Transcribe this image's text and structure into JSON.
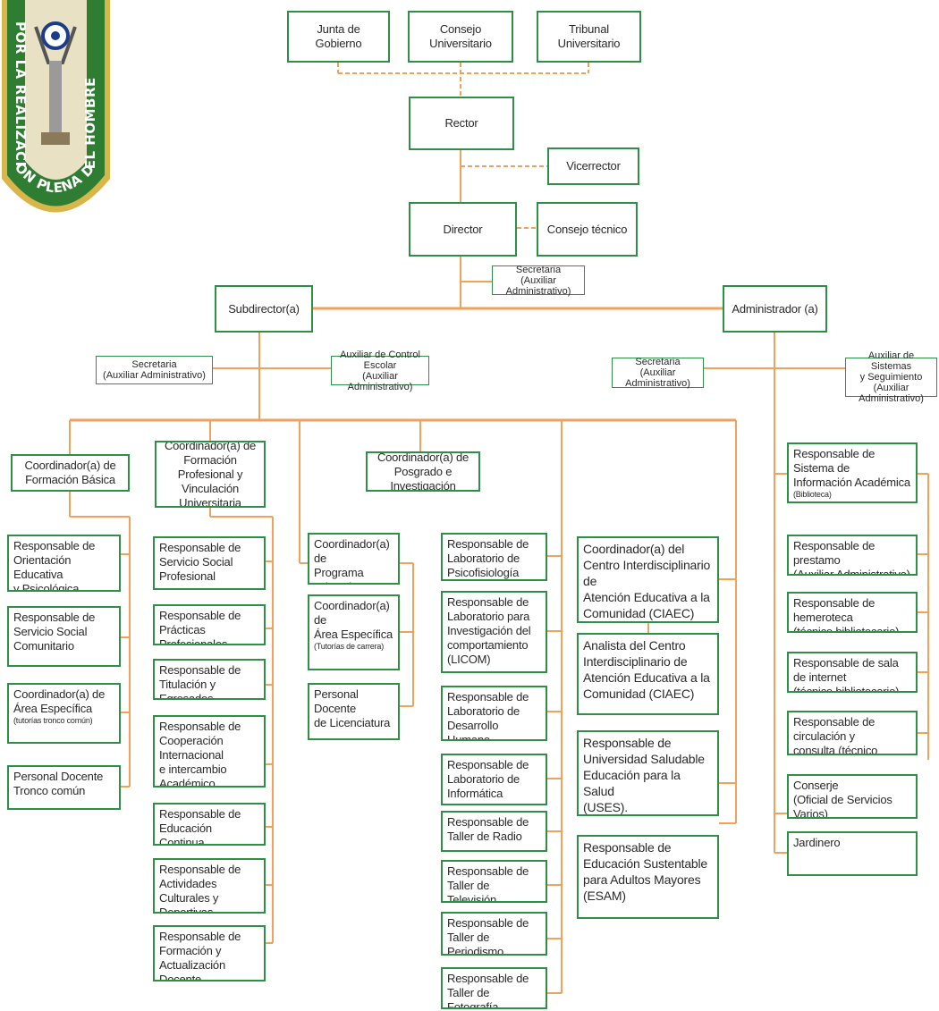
{
  "logo": {
    "motto": "POR LA REALIZACION PLENA DEL HOMBRE",
    "colors": {
      "green": "#2e7d32",
      "gold": "#d8b64a"
    }
  },
  "colors": {
    "box_border": "#2f8f46",
    "connector": "#f0a25c"
  },
  "top": {
    "junta": "Junta de Gobierno",
    "consejo_universitario": "Consejo Universitario",
    "tribunal": "Tribunal Universitario",
    "rector": "Rector",
    "vicerrector": "Vicerrector",
    "director": "Director",
    "consejo_tecnico": "Consejo técnico",
    "secretaria_director": "Secretaria\n(Auxiliar Administrativo)"
  },
  "subdireccion": {
    "title": "Subdirector(a)",
    "secretaria": "Secretaria\n(Auxiliar Administrativo)",
    "control_escolar": "Auxiliar de Control Escolar\n(Auxiliar Administrativo)"
  },
  "administracion": {
    "title": "Administrador (a)",
    "secretaria": "Secretaria\n(Auxiliar Administrativo)",
    "sistemas": "Auxiliar de Sistemas\ny Seguimiento\n(Auxiliar Administrativo)"
  },
  "coordinaciones": {
    "basica": "Coordinador(a) de\nFormación Básica",
    "profesional": "Coordinador(a) de\nFormación Profesional y\nVinculación Universitaria",
    "posgrado": "Coordinador(a) de\nPosgrado e Investigación"
  },
  "col1": [
    "Responsable de\nOrientación Educativa\ny Psicológica",
    "Responsable de\nServicio Social\nComunitario",
    "Coordinador(a) de\nÁrea Específica",
    "Personal Docente\nTronco común"
  ],
  "col1_note": "(tutorías tronco común)",
  "col2": [
    "Responsable de\nServicio Social\nProfesional",
    "Responsable de\nPrácticas Profesionales",
    "Responsable de\nTitulación y Egresados",
    "Responsable de\nCooperación Internacional\ne intercambio Académico\ny Becas",
    "Responsable de\nEducación Continua",
    "Responsable de\nActividades Culturales y\nDeportivas",
    "Responsable de\nFormación y Actualización\nDocente"
  ],
  "col3": [
    "Coordinador(a) de\nPrograma Educativo",
    "Coordinador(a) de\nÁrea Específica",
    "Personal Docente\nde Licenciatura"
  ],
  "col3_note": "(Tutorías de carrera)",
  "col4": [
    "Responsable de\nLaboratorio de\nPsicofisiología",
    "Responsable de\nLaboratorio para\nInvestigación del\ncomportamiento\n(LICOM)",
    "Responsable de\nLaboratorio de\nDesarrollo Humano",
    "Responsable de\nLaboratorio de\nInformática",
    "Responsable de\nTaller de Radio",
    "Responsable de\nTaller de Televisión",
    "Responsable de\nTaller de Periodismo",
    "Responsable de\nTaller de Fotografía"
  ],
  "col5": [
    "Coordinador(a) del\nCentro Interdisciplinario de\nAtención Educativa a la\nComunidad  (CIAEC)",
    "Analista del Centro\nInterdisciplinario de\nAtención Educativa a la\nComunidad  (CIAEC)",
    "Responsable de\nUniversidad Saludable\nEducación para la Salud\n(USES).",
    "Responsable de\nEducación Sustentable\npara Adultos Mayores\n(ESAM)"
  ],
  "col6": [
    "Responsable de Sistema de\nInformación Académica",
    "Responsable de prestamo\n(Auxiliar Administrativo)",
    "Responsable de hemeroteca\n(técnico bibliotecario)",
    "Responsable de sala de internet\n(técnico bibliotecario)",
    "Responsable de circulación y\nconsulta (técnico bibliotecario)",
    "Conserje\n(Oficial de Servicios Varios)",
    "Jardinero"
  ],
  "col6_note": "(Biblioteca)"
}
